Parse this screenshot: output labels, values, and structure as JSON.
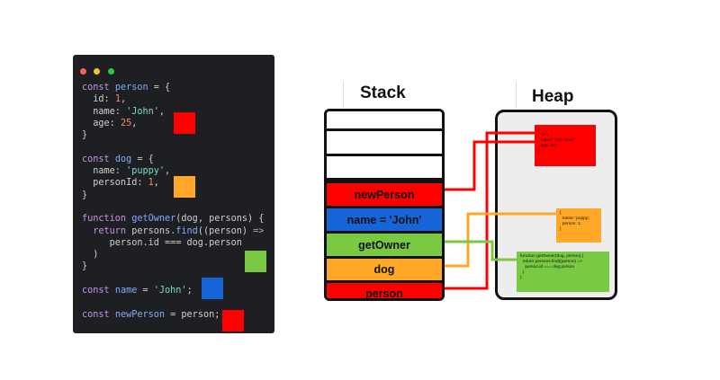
{
  "colors": {
    "red": "#ff0000",
    "orange": "#ffa726",
    "green": "#7ac943",
    "blue": "#1565d8",
    "code_bg": "#1e1f22",
    "keyword": "#c792ea",
    "function": "#82aaff",
    "string": "#7fdbca",
    "number": "#f78c6c"
  },
  "window_dots": [
    {
      "color": "#ff5f56"
    },
    {
      "color": "#ffbd2e"
    },
    {
      "color": "#27c93f"
    }
  ],
  "code_lines": [
    [
      {
        "t": "const ",
        "c": "keyword"
      },
      {
        "t": "person",
        "c": "function"
      },
      {
        "t": " = {",
        "c": "plain"
      }
    ],
    [
      {
        "t": "  id: ",
        "c": "plain"
      },
      {
        "t": "1",
        "c": "number"
      },
      {
        "t": ",",
        "c": "plain"
      }
    ],
    [
      {
        "t": "  name: ",
        "c": "plain"
      },
      {
        "t": "'John'",
        "c": "string"
      },
      {
        "t": ",",
        "c": "plain"
      }
    ],
    [
      {
        "t": "  age: ",
        "c": "plain"
      },
      {
        "t": "25",
        "c": "number"
      },
      {
        "t": ",",
        "c": "plain"
      }
    ],
    [
      {
        "t": "}",
        "c": "plain"
      }
    ],
    [
      {
        "t": "",
        "c": "plain"
      }
    ],
    [
      {
        "t": "const ",
        "c": "keyword"
      },
      {
        "t": "dog",
        "c": "function"
      },
      {
        "t": " = {",
        "c": "plain"
      }
    ],
    [
      {
        "t": "  name: ",
        "c": "plain"
      },
      {
        "t": "'puppy'",
        "c": "string"
      },
      {
        "t": ",",
        "c": "plain"
      }
    ],
    [
      {
        "t": "  personId: ",
        "c": "plain"
      },
      {
        "t": "1",
        "c": "number"
      },
      {
        "t": ",",
        "c": "plain"
      }
    ],
    [
      {
        "t": "}",
        "c": "plain"
      }
    ],
    [
      {
        "t": "",
        "c": "plain"
      }
    ],
    [
      {
        "t": "function ",
        "c": "keyword"
      },
      {
        "t": "getOwner",
        "c": "function"
      },
      {
        "t": "(dog, persons) {",
        "c": "plain"
      }
    ],
    [
      {
        "t": "  return ",
        "c": "keyword"
      },
      {
        "t": "persons.",
        "c": "plain"
      },
      {
        "t": "find",
        "c": "function"
      },
      {
        "t": "((person) ",
        "c": "plain"
      },
      {
        "t": "=>",
        "c": "keyword"
      }
    ],
    [
      {
        "t": "     person.id === dog.person",
        "c": "plain"
      }
    ],
    [
      {
        "t": "  )",
        "c": "plain"
      }
    ],
    [
      {
        "t": "}",
        "c": "plain"
      }
    ],
    [
      {
        "t": "",
        "c": "plain"
      }
    ],
    [
      {
        "t": "const ",
        "c": "keyword"
      },
      {
        "t": "name",
        "c": "function"
      },
      {
        "t": " = ",
        "c": "plain"
      },
      {
        "t": "'John'",
        "c": "string"
      },
      {
        "t": ";",
        "c": "plain"
      }
    ],
    [
      {
        "t": "",
        "c": "plain"
      }
    ],
    [
      {
        "t": "const ",
        "c": "keyword"
      },
      {
        "t": "newPerson",
        "c": "function"
      },
      {
        "t": " = person;",
        "c": "plain"
      }
    ]
  ],
  "stack": {
    "title": "Stack",
    "frames": [
      {
        "label": "newPerson",
        "color": "#ff0000"
      },
      {
        "label": "name = 'John'",
        "color": "#1565d8"
      },
      {
        "label": "getOwner",
        "color": "#7ac943"
      },
      {
        "label": "dog",
        "color": "#ffa726"
      },
      {
        "label": "person",
        "color": "#ff0000"
      }
    ]
  },
  "heap": {
    "title": "Heap",
    "objects": [
      {
        "name": "heap-person-object",
        "color": "#ff0000",
        "text": "{\n  id: 1,\n  name: 'John Doe',\n  age: 25,\n}"
      },
      {
        "name": "heap-dog-object",
        "color": "#ffa726",
        "text": "{\n  name: 'puppy',\n  person: 1,\n}"
      },
      {
        "name": "heap-getowner-function",
        "color": "#7ac943",
        "text": "function getOwner(dog, person) {\n  return persons.find((person) =>\n    person.id === dog.person\n  )\n}"
      }
    ]
  }
}
